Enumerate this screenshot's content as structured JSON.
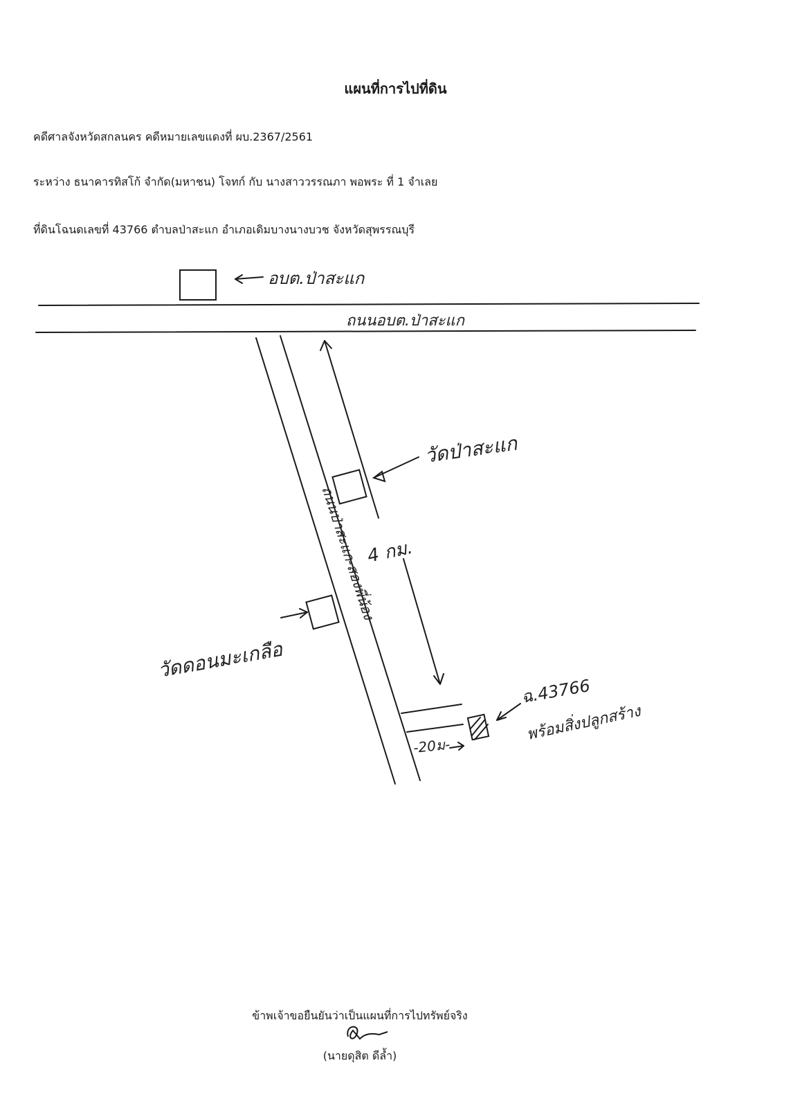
{
  "document": {
    "title": "แผนที่การไปที่ดิน",
    "case_line": "คดีศาลจังหวัดสกลนคร  คดีหมายเลขแดงที่  ผบ.2367/2561",
    "parties_line": "ระหว่าง  ธนาคารทิสโก้ จำกัด(มหาชน)  โจทก์ กับ นางสาววรรณภา  พอพระ ที่ 1    จำเลย",
    "land_line": "ที่ดินโฉนดเลขที่  43766   ตำบลป่าสะแก  อำเภอเดิมบางนางบวช  จังหวัดสุพรรณบุรี"
  },
  "map": {
    "label_obt": "อบต.ป่าสะแก",
    "label_main_road": "ถนนอบต.ป่าสะแก",
    "label_side_road": "ถนนป่าสะแก-สองพี่น้อง",
    "label_temple_pasakae": "วัดป่าสะแก",
    "label_distance": "4 กม.",
    "label_temple_donmakluea": "วัดดอนมะเกลือ",
    "label_spur": "-20ม-",
    "label_plot_line1": "ฉ.43766",
    "label_plot_line2": "พร้อมสิ่งปลูกสร้าง"
  },
  "footer": {
    "certify": "ข้าพเจ้าขอยืนยันว่าเป็นแผนที่การไปทรัพย์จริง",
    "signature": "ดุสิต",
    "name": "(นายดุสิต  ดีล้ำ)"
  },
  "colors": {
    "ink": "#1a1a1a",
    "paper": "#ffffff"
  }
}
